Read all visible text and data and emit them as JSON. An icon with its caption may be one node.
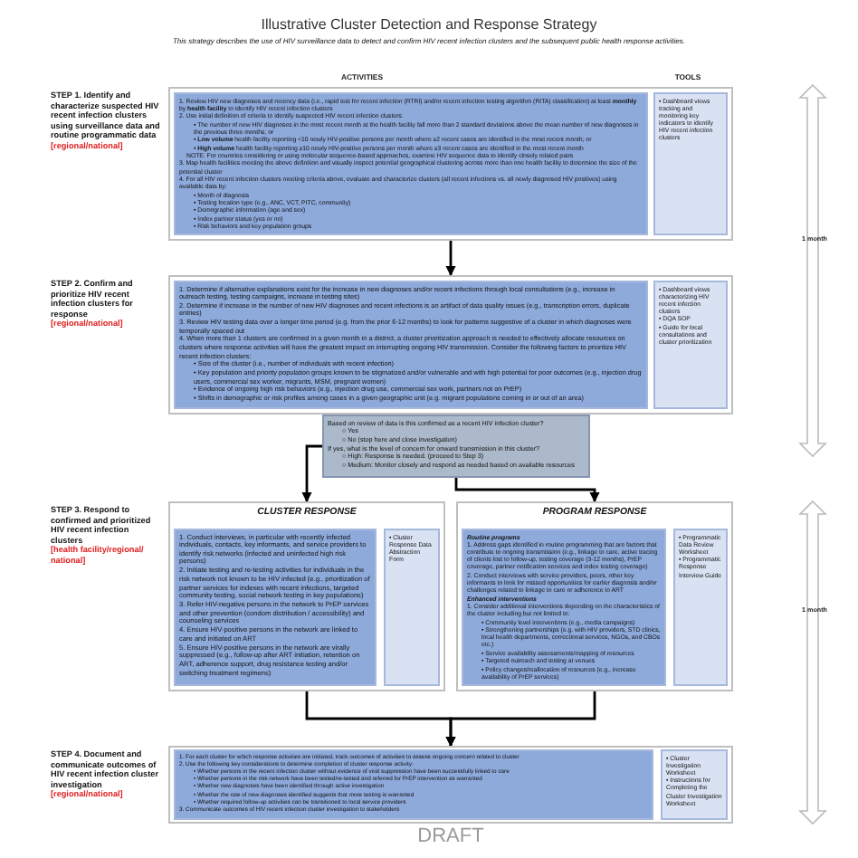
{
  "diagram": {
    "title": "Illustrative Cluster Detection and Response Strategy",
    "caption": "This strategy describes the use of HIV surveillance data to detect and confirm HIV recent infection clusters and the subsequent public health response activities.",
    "nodes": [
      {
        "text": [],
        "shape": "box",
        "beside": [
          "STEP 1. Identify and characterize suspected HIV recent infection clusters using surveillance data and routine programmatic data",
          "[regional/national]"
        ]
      },
      {
        "text": [
          "1. Review HIV new diagnoses and recency data (i.e., rapid test for recent infection (RTRI) and/or recent infection testing algorithm (RITA) classification) at least **monthly** by **health facility** to identify HIV recent infection clusters",
          "2. Use initial definition of criteria to identify suspected HIV recent infection clusters:",
          "• The number of new HIV diagnoses in the most recent month at the health facility fall more than 2 standard deviations above the mean number of new diagnoses in the previous three months; or",
          "• **Low volume** health facility reporting <10 newly HIV-positive persons per month where ≥2 recent cases are identified in the most recent month; or",
          "• **High volume** health facility reporting ≥10 newly HIV-positive persons per month where ≥3 recent cases are identified in the most recent month",
          "NOTE: For countries considering or using molecular sequence-based approaches, examine HIV sequence data to identify closely related pairs",
          "3. Map health facilities meeting the above definition and visually inspect potential geographical clustering across more than one health facility to determine the size of the potential cluster",
          "4. For all HIV recent infection clusters meeting criteria above, evaluate and characterize clusters (all recent infections vs. all newly diagnosed HIV positives) using available data by:",
          "• Month of diagnosis",
          "• Testing location type (e.g., ANC, VCT, PITC, community)",
          "• Demographic information (age and sex)",
          "• Index partner status (yes or no)",
          "• Risk behaviors and key population groups"
        ],
        "in": 0
      },
      {
        "text": [
          "• Dashboard views tracking and monitoring key indicators to identify HIV recent infection clusters"
        ],
        "in": 0
      },
      {
        "text": [],
        "shape": "box",
        "beside": [
          "STEP 2. Confirm and prioritize HIV recent infection clusters for response",
          "[regional/national]"
        ]
      },
      {
        "text": [
          "1. Determine if alternative explanations exist for the increase in new diagnoses and/or recent infections through local consultations (e.g., increase in outreach testing, testing campaigns, increase in testing sites)",
          "2. Determine if increase in the number of new HIV diagnoses and recent infections is an artifact of data quality issues (e.g., transcription errors, duplicate entries)",
          "3. Review HIV testing data over a longer time period (e.g. from the prior 6-12 months) to look for patterns suggestive of a cluster in which diagnoses were temporally spaced out",
          "4. When more than 1 clusters are confirmed in a given month in a district, a cluster prioritization approach is needed to effectively allocate resources on clusters where response activities will have the greatest impact on interrupting ongoing HIV transmission. Consider the following factors to prioritize HIV recent infection clusters:",
          "• Size of the cluster (i.e., number of individuals with recent infection)",
          "• Key population and priority population groups known to be stigmatized and/or vulnerable and with high potential for poor outcomes (e.g., injection drug users, commercial sex worker, migrants, MSM, pregnant women)",
          "• Evidence of ongoing high risk behaviors (e.g., injection drug use, commercial sex work, partners not on PrEP)",
          "• Shifts in demographic or risk profiles among cases in a given geographic unit (e.g. migrant populations coming in or out of an area)"
        ],
        "in": 3
      },
      {
        "text": [
          "• Dashboard views characterizing HIV recent infection clusters",
          "• DQA SOP",
          "• Guide for local consultations and cluster prioritization"
        ],
        "in": 3
      },
      {
        "text": [
          "Based on review of data is this confirmed as a recent HIV infection cluster?",
          "○ Yes",
          "○ No (stop here and close investigation)",
          "If yes, what is the level of concern for onward transmission in this cluster?",
          "○ High: Response is needed. (proceed to Step 3)",
          "○ Medium: Monitor closely and respond as needed based on available resources"
        ]
      },
      {
        "text": [
          "CLUSTER RESPONSE"
        ],
        "beside": [
          "STEP 3. Respond to confirmed and prioritized HIV recent infection clusters",
          "[health facility/regional/ national]"
        ]
      },
      {
        "text": [
          "1. Conduct interviews, in particular with recently infected individuals, contacts, key informants, and service providers to identify risk networks (infected and uninfected high risk persons)",
          "2. Initiate testing and re-testing activities for individuals in the risk network not known to be HIV infected (e.g., prioritization of partner services for indexes with recent infections, targeted community testing, social network testing in key populations)",
          "3. Refer HIV-negative persons in the network to PrEP services and other prevention (condom distribution / accessibility) and counseling services",
          "4. Ensure HIV-positive persons in the network are linked to care and initiated on ART",
          "5. Ensure HIV-positive persons in the network are virally suppressed (e.g., follow-up after ART initiation, retention on ART, adherence support, drug resistance testing and/or switching treatment regimens)"
        ],
        "in": 7
      },
      {
        "text": [
          "• Cluster Response Data Abstraction Form"
        ],
        "in": 7
      },
      {
        "text": [
          "PROGRAM RESPONSE"
        ]
      },
      {
        "text": [
          "Routine programs",
          "1. Address gaps identified in routine programming that are factors that contribute to ongoing transmission (e.g., linkage to care, active tracing of clients lost to follow-up, testing coverage (3-12 months), PrEP coverage, partner notification services and index testing coverage)",
          "2. Conduct interviews with service providers, peers, other key informants to look for missed opportunities for earlier diagnosis and/or challenges related to linkage to care or adherence to ART",
          "Enhanced interventions",
          "1. Consider additional interventions depending on the characteristics of the cluster including but not limited to:",
          "• Community level interventions (e.g., media campaigns)",
          "• Strengthening partnerships (e.g. with HIV providers, STD clinics, local health departments, correctional services, NGOs, and CBOs etc.)",
          "• Service availability assessments/mapping of resources",
          "• Targeted outreach and testing at venues",
          "• Policy changes/reallocation of resources (e.g., increase availability of PrEP services)"
        ],
        "in": 10
      },
      {
        "text": [
          "• Programmatic Data Review Worksheet",
          "• Programmatic Response Interview Guide"
        ],
        "in": 10
      },
      {
        "text": [],
        "shape": "box",
        "beside": [
          "STEP 4. Document and communicate outcomes of HIV recent infection cluster investigation",
          "[regional/national]"
        ]
      },
      {
        "text": [
          "1. For each cluster for which response activities are initiated, track outcomes of activities to assess ongoing concern related to cluster",
          "2. Use the following key considerations to determine completion of cluster response activity:",
          "• Whether persons in the recent infection cluster without evidence of viral suppression have been successfully linked to care",
          "• Whether persons in the risk network have been tested/re-tested and referred for PrEP intervention as warranted",
          "• Whether new diagnoses have been identified through active investigation",
          "• Whether the rate of new diagnoses identified suggests that more testing is warranted",
          "• Whether required follow-up activities can be transitioned to local service providers",
          "3. Communicate outcomes of HIV recent infection cluster investigation to stakeholders"
        ],
        "in": 13
      },
      {
        "text": [
          "• Cluster Investigation Worksheet",
          "• Instructions for Completing the Cluster Investigation Worksheet"
        ],
        "in": 13
      }
    ],
    "edges": [
      {
        "from": 0,
        "to": 3,
        "arrow": "to"
      },
      {
        "from": 6,
        "to": 7,
        "arrow": "to"
      },
      {
        "from": 6,
        "to": 10,
        "arrow": "to"
      },
      {
        "from": 7,
        "to": 13,
        "arrow": "to"
      },
      {
        "from": 10,
        "to": 13,
        "arrow": "to"
      }
    ],
    "labels": [
      "ACTIVITIES",
      "TOOLS",
      "1 month",
      "1 month",
      "DRAFT"
    ]
  }
}
